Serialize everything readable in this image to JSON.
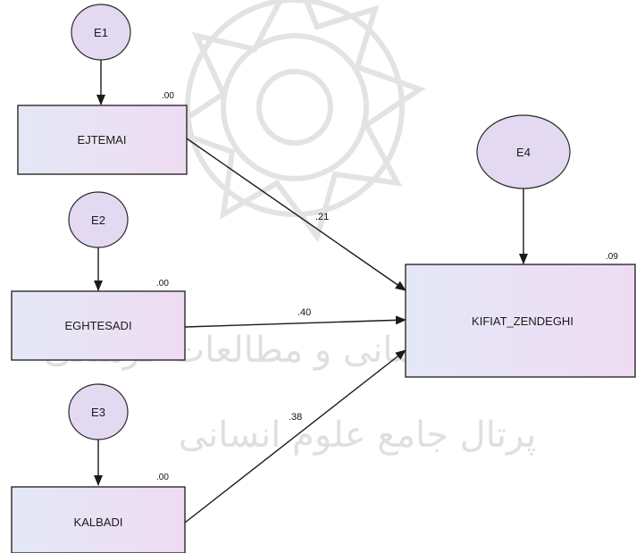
{
  "colors": {
    "box_fill_left": "#e4e8f6",
    "box_fill_right": "#efdcf3",
    "ellipse_fill": "#e3d9f1",
    "stroke": "#2a2a2a",
    "arrow": "#1a1a1a",
    "watermark": "#b9b9b9"
  },
  "watermark": {
    "line1": "پژوهشگاه علوم انسانی و مطالعات فرهنگی",
    "line2": "پرتال جامع علوم انسانی"
  },
  "errors": [
    {
      "id": "e1",
      "label": "E1"
    },
    {
      "id": "e2",
      "label": "E2"
    },
    {
      "id": "e3",
      "label": "E3"
    },
    {
      "id": "e4",
      "label": "E4"
    }
  ],
  "variables": [
    {
      "id": "ejtemai",
      "label": "EJTEMAI",
      "r2": ".00"
    },
    {
      "id": "eghtesadi",
      "label": "EGHTESADI",
      "r2": ".00"
    },
    {
      "id": "kalbadi",
      "label": "KALBADI",
      "r2": ".00"
    },
    {
      "id": "kifiat",
      "label": "KIFIAT_ZENDEGHI",
      "r2": ".09"
    }
  ],
  "paths": [
    {
      "from": "ejtemai",
      "to": "kifiat",
      "coef": ".21"
    },
    {
      "from": "eghtesadi",
      "to": "kifiat",
      "coef": ".40"
    },
    {
      "from": "kalbadi",
      "to": "kifiat",
      "coef": ".38"
    }
  ]
}
